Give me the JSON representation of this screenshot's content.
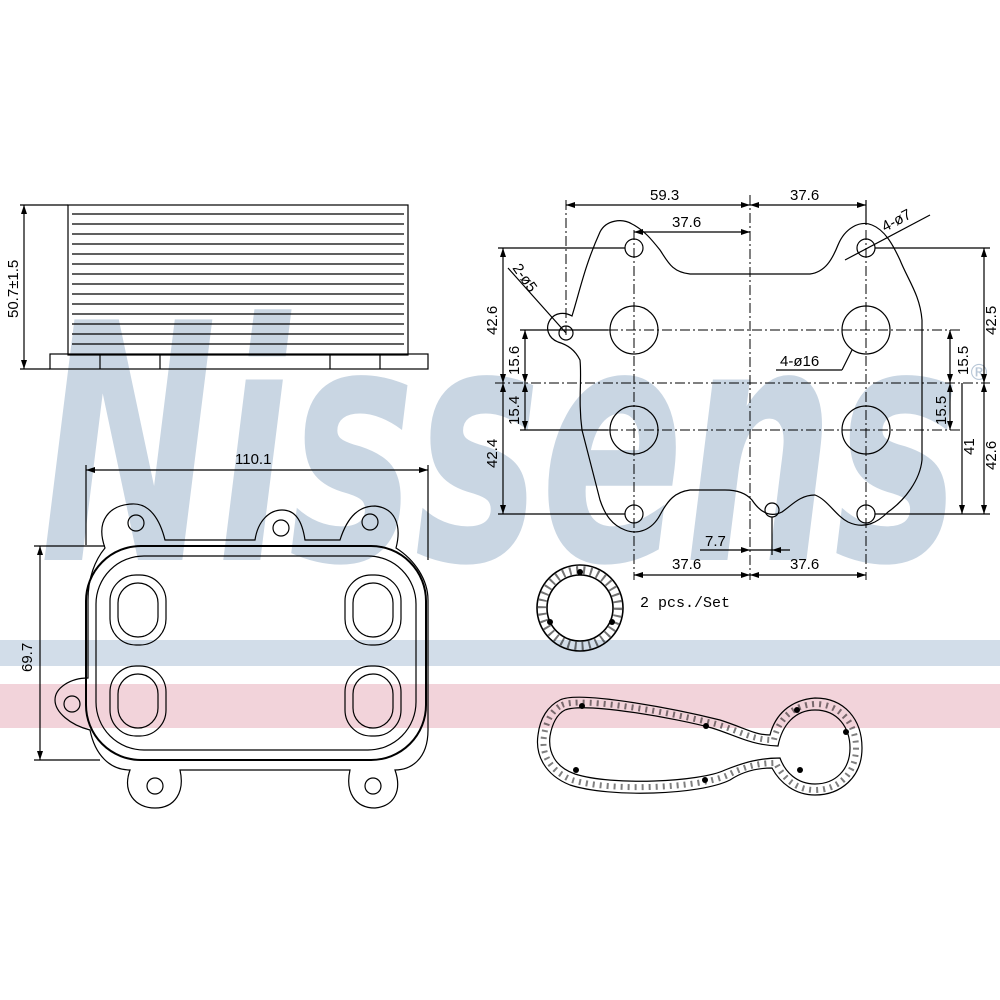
{
  "watermark": {
    "brand": "Nissens",
    "registered_mark": "®",
    "band_colors": {
      "blue": "#d2dde9",
      "pink": "#f2d3da",
      "text": "#c9d6e3"
    }
  },
  "side_view": {
    "height_dim": "50.7±1.5"
  },
  "front_view": {
    "width_dim": "110.1",
    "height_dim": "69.7"
  },
  "flange_view": {
    "top_dims": [
      "59.3",
      "37.6"
    ],
    "inner_top_dim": "37.6",
    "bottom_dims": [
      "37.6",
      "37.6"
    ],
    "small_gap_dim": "7.7",
    "left_dims": [
      "42.6",
      "15.6",
      "15.4",
      "42.4"
    ],
    "right_dims": [
      "42.5",
      "15.5",
      "15.5",
      "41",
      "42.6"
    ],
    "callouts": {
      "small_hole": "2-ø5",
      "corner_holes": "4-ø7",
      "port_holes": "4-ø16"
    }
  },
  "gaskets": {
    "quantity_note": "2 pcs./Set"
  }
}
